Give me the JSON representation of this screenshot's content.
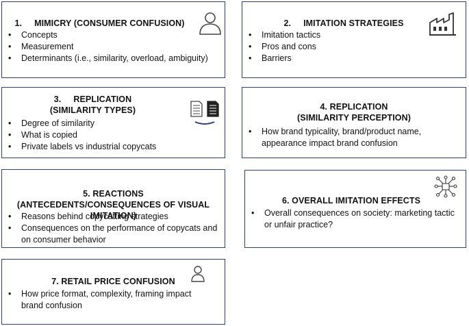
{
  "boxes": [
    {
      "id": "mimicry",
      "number": "1.",
      "title": "MIMICRY (CONSUMER CONFUSION)",
      "items": [
        "Concepts",
        "Measurement",
        "Determinants (i.e., similarity, overload, ambiguity)"
      ],
      "icon": "person-icon"
    },
    {
      "id": "imitation-strategies",
      "number": "2.",
      "title": "IMITATION STRATEGIES",
      "items": [
        "Imitation tactics",
        "Pros and cons",
        "Barriers"
      ],
      "icon": "factory-icon"
    },
    {
      "id": "replication-types",
      "number": "3.",
      "title_line1": "REPLICATION",
      "title_line2": "(SIMILARITY TYPES)",
      "items": [
        "Degree of similarity",
        "What is copied",
        "Private labels vs industrial copycats"
      ],
      "icon": "copy-documents-icon"
    },
    {
      "id": "replication-perception",
      "title_line1": "4. REPLICATION",
      "title_line2": "(SIMILARITY PERCEPTION)",
      "items": [
        "How brand typicality, brand/product name, appearance impact brand confusion"
      ]
    },
    {
      "id": "reactions",
      "title_line1": "5. REACTIONS",
      "title_line2": "(ANTECEDENTS/CONSEQUENCES OF VISUAL IMITATION)",
      "items": [
        "Reasons behind copycatting strategies",
        "Consequences on the performance of copycats and on consumer behavior"
      ]
    },
    {
      "id": "overall-effects",
      "title": "6. OVERALL IMITATION EFFECTS",
      "items": [
        "Overall consequences on society: marketing tactic or unfair practice?"
      ],
      "icon": "network-icon"
    },
    {
      "id": "retail-price",
      "title": "7. RETAIL PRICE CONFUSION",
      "items": [
        "How price format, complexity, framing impact brand confusion"
      ],
      "icon": "person-icon"
    }
  ],
  "colors": {
    "border": "#2b3f7a",
    "icon_line": "#444444",
    "accent_underline": "#2b3f7a"
  }
}
